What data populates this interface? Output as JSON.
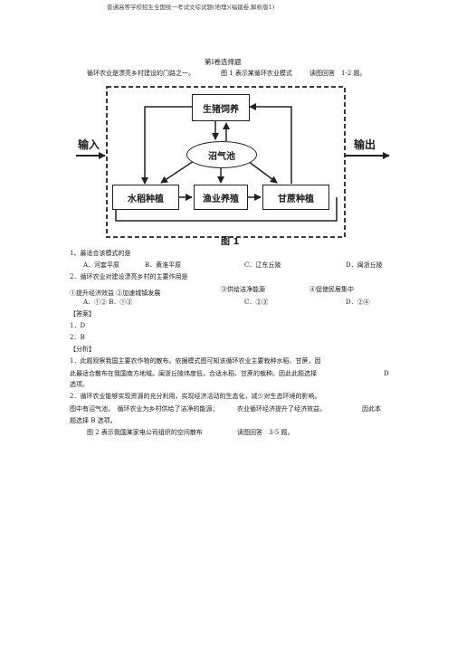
{
  "header": "普通高等学校招生全国统一考试文综试题(地理)(福建卷,解析版1)",
  "section_title": "第Ⅰ卷选择题",
  "intro": {
    "part1": "循环农业是漂亮乡村建设的门路之一。",
    "part2": "图 1 表示某循环农业模式",
    "part3": "读图回答　1-2 题。"
  },
  "diagram": {
    "input": "输入",
    "output": "输出",
    "pig": "生猪饲养",
    "biogas": "沼气池",
    "rice": "水稻种植",
    "fish": "渔业养殖",
    "sugarcane": "甘蔗种植",
    "caption": "图 1"
  },
  "q1": {
    "stem": "1、最适合该模式的是",
    "a": "A．河套平原",
    "b": "B．黄淮平原",
    "c": "C．辽东丘陵",
    "d": "D．闽浙丘陵"
  },
  "q2": {
    "stem": "2．循环农业对建设漂亮乡村的主要作用是",
    "o1": "①提升经济效益 ②加速城镇发展",
    "o3": "③供给洁净能源",
    "o4": "④促使民居集中",
    "a": "A．①② B．①③",
    "c": "C．②③",
    "d": "D．②④"
  },
  "answer_label": "【答案】",
  "answers": [
    "1．D",
    "2．B"
  ],
  "analysis_label": "【分析】",
  "analysis": {
    "p1a": "1．此题观察我国主要农作物的散布。依据模式图可知该循环农业主要栽种水稻、甘蔗，因",
    "p1b": "此最适合散布在我国南方地域。闽浙丘陵纬度低，合适水稻、甘蔗的栽种。因此此题选择",
    "p1b_tail": "D",
    "p1c": "选项。",
    "p2a": "2．循环农业能够实现资源的充分利用，实现经济活动的生态化，减少对生态环境的影响。",
    "p2b_1": "图中有沼气池，　循环农业为乡村供给了洁净的能源；",
    "p2b_2": "农业循环经济提升了经济效益。",
    "p2b_3": "因此本",
    "p2c": "题选择 B 选项。"
  },
  "fig2": {
    "part1": "图 2 表示我国某家电公司组织的空间散布",
    "part2": "读图回答　3-5 题。"
  }
}
